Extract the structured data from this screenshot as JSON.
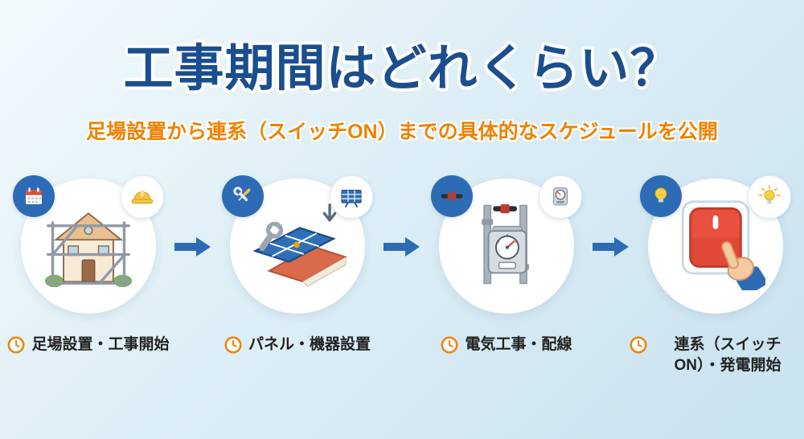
{
  "page": {
    "title": "工事期間はどれくらい？",
    "subtitle": "足場設置から連系（スイッチON）までの具体的なスケジュールを公開"
  },
  "steps": [
    {
      "label": "足場設置・工事開始",
      "illustration": "house-scaffolding",
      "badge_left_icon": "calendar-icon",
      "badge_right_icon": "hard-hat-icon",
      "label_icon": "clock-icon"
    },
    {
      "label": "パネル・機器設置",
      "illustration": "solar-panel-install",
      "badge_left_icon": "tools-icon",
      "badge_right_icon": "solar-panel-icon",
      "label_icon": "clock-icon"
    },
    {
      "label": "電気工事・配線",
      "illustration": "electric-meter-wiring",
      "badge_left_icon": "cable-icon",
      "badge_right_icon": "meter-icon",
      "label_icon": "clock-icon"
    },
    {
      "label": "連系（スイッチON）・発電開始",
      "illustration": "switch-on-hand",
      "badge_left_icon": "lightbulb-icon",
      "badge_right_icon": "lightbulb-rays-icon",
      "label_icon": "clock-icon"
    }
  ],
  "colors": {
    "title": "#1b4e8f",
    "subtitle": "#ef8200",
    "arrow": "#2d6cb5",
    "badge_blue": "#2d6cb5",
    "clock_orange": "#ef8200",
    "label_text": "#222222",
    "background_top": "#f2fafd",
    "background_bottom": "#c8e2ef"
  }
}
